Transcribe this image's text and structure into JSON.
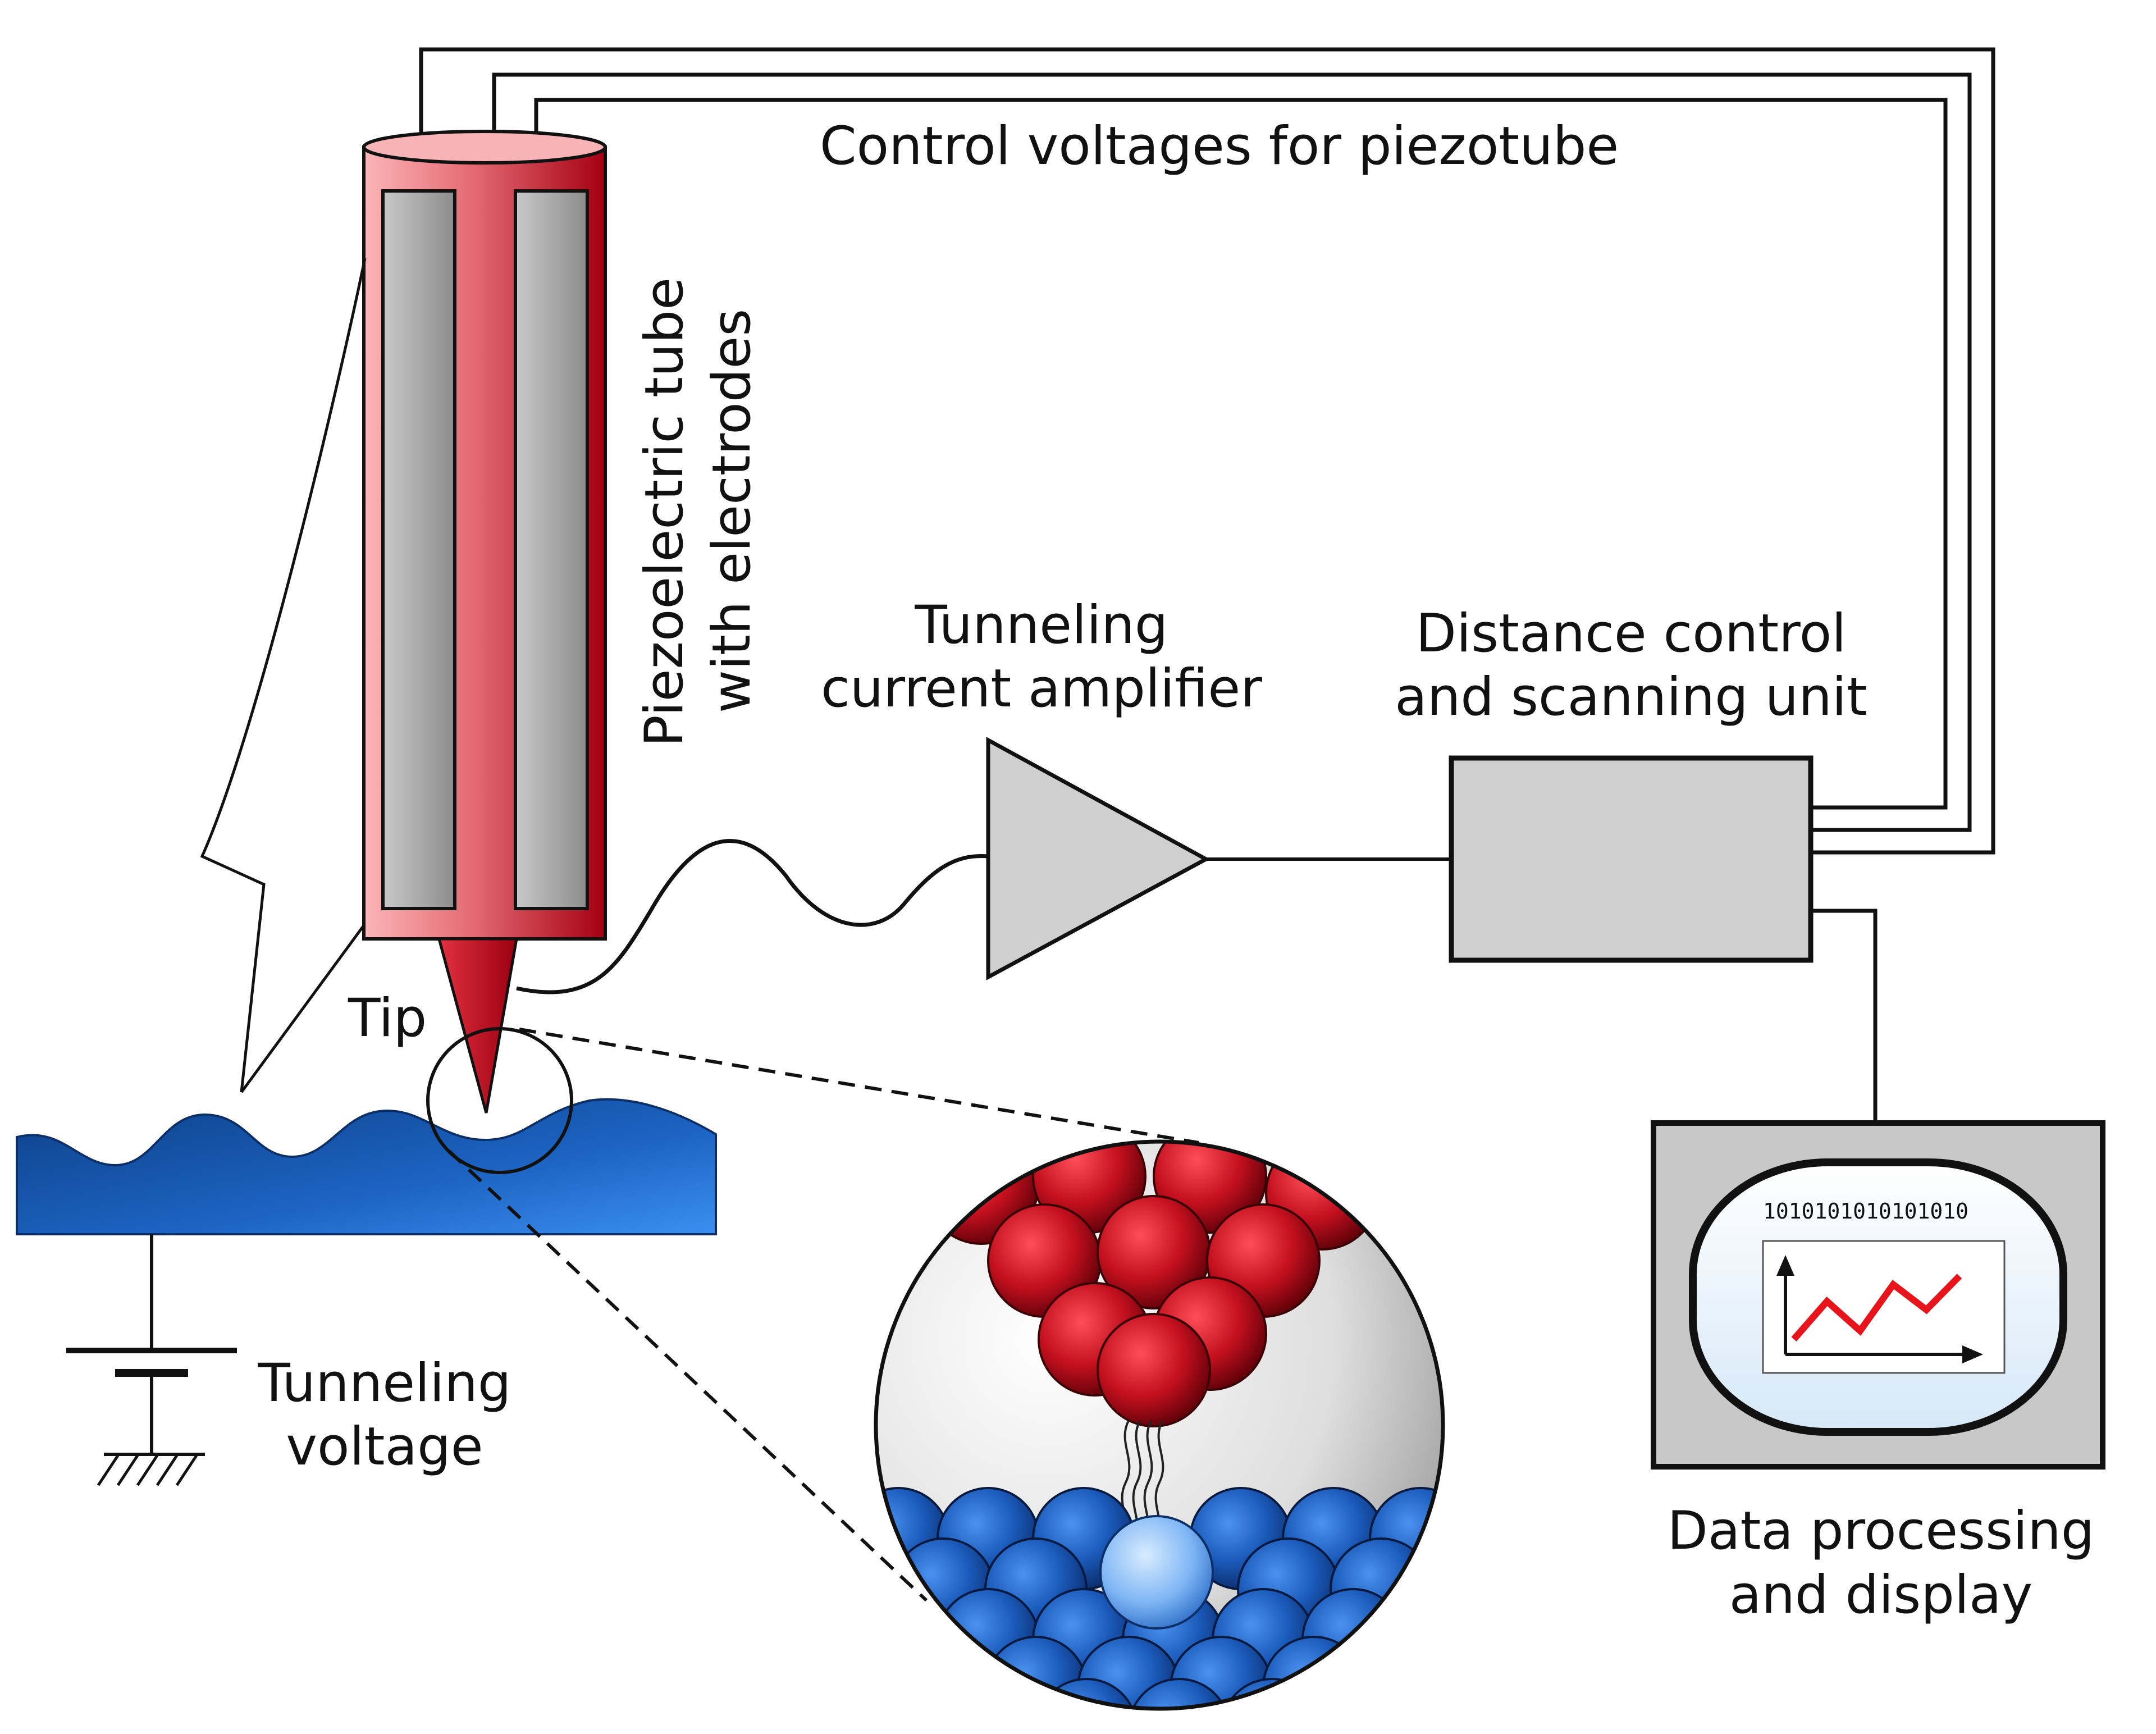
{
  "labels": {
    "control_voltages": "Control voltages for piezotube",
    "piezo_line1": "Piezoelectric tube",
    "piezo_line2": "with electrodes",
    "amp_line1": "Tunneling",
    "amp_line2": "current amplifier",
    "dist_line1": "Distance control",
    "dist_line2": "and scanning unit",
    "tip": "Tip",
    "volt_line1": "Tunneling",
    "volt_line2": "voltage",
    "data_line1": "Data processing",
    "data_line2": "and display",
    "binary": "1010101010101010"
  },
  "colors": {
    "tube_red": "#c8102e",
    "tube_light": "#f6a5a8",
    "electrode_gray": "#a9a9a9",
    "box_gray": "#cfcfcf",
    "sample_blue": "#1c5fb8",
    "atom_red": "#b3101c",
    "atom_blue": "#1f63c4",
    "graph_red": "#e8141c"
  },
  "display_graph": {
    "type": "line",
    "values": [
      0.1,
      0.55,
      0.2,
      0.75,
      0.45,
      0.85
    ]
  }
}
